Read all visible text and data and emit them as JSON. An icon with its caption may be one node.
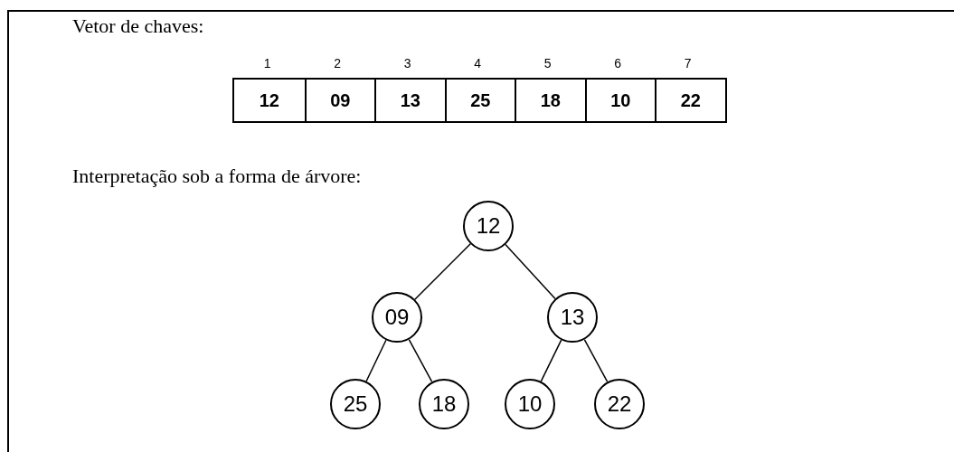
{
  "diagram": {
    "nodes": [
      {
        "text": [
          "12"
        ]
      },
      {
        "text": [
          "09"
        ]
      },
      {
        "text": [
          "13"
        ]
      },
      {
        "text": [
          "25"
        ]
      },
      {
        "text": [
          "18"
        ]
      },
      {
        "text": [
          "10"
        ]
      },
      {
        "text": [
          "22"
        ]
      }
    ],
    "edges": [
      {
        "from": 0,
        "to": 1,
        "arrow": "none"
      },
      {
        "from": 0,
        "to": 2,
        "arrow": "none"
      },
      {
        "from": 1,
        "to": 3,
        "arrow": "none"
      },
      {
        "from": 1,
        "to": 4,
        "arrow": "none"
      },
      {
        "from": 2,
        "to": 5,
        "arrow": "none"
      },
      {
        "from": 2,
        "to": 6,
        "arrow": "none"
      }
    ],
    "labels": [
      "Vetor de chaves:",
      "1",
      "2",
      "3",
      "4",
      "5",
      "6",
      "7",
      "12",
      "09",
      "13",
      "25",
      "18",
      "10",
      "22",
      "Interpretação sob a forma de árvore:"
    ]
  }
}
